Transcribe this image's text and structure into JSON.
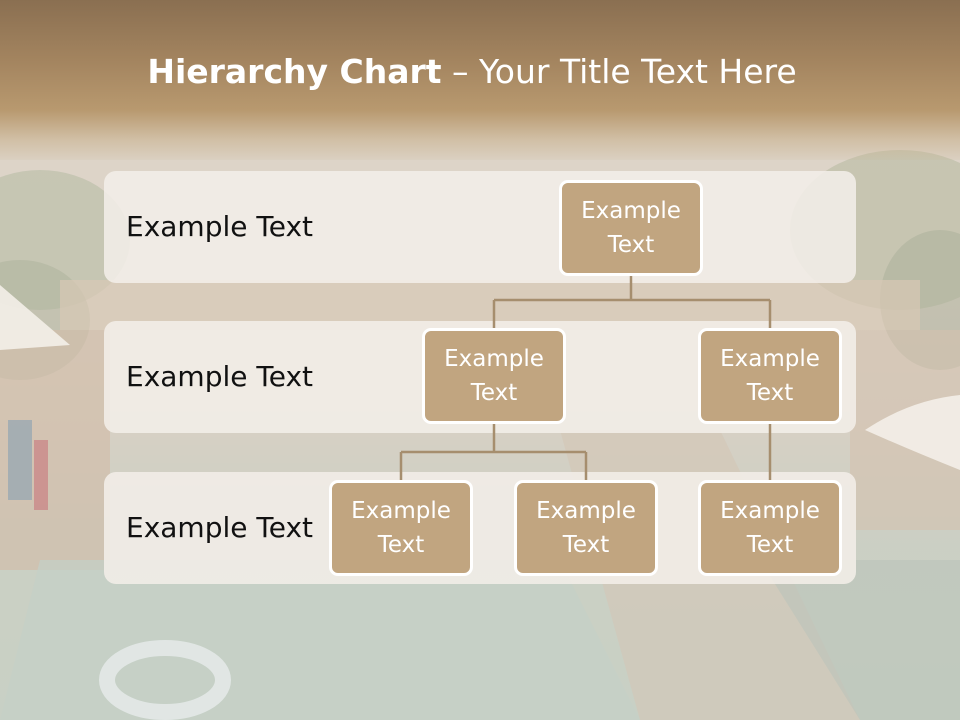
{
  "title": {
    "bold": "Hierarchy Chart",
    "rest": " – Your Title Text Here"
  },
  "levels": [
    {
      "label": "Example Text"
    },
    {
      "label": "Example Text"
    },
    {
      "label": "Example Text"
    }
  ],
  "nodes": {
    "root": "Example Text",
    "left": "Example Text",
    "right": "Example Text",
    "left_child_1": "Example Text",
    "left_child_2": "Example Text",
    "right_child": "Example Text"
  },
  "colors": {
    "box_fill": "#c1a580",
    "box_border": "#ffffff",
    "connector": "#a68e6e",
    "title_bar": "#a3845f",
    "band": "#f3eee8"
  }
}
